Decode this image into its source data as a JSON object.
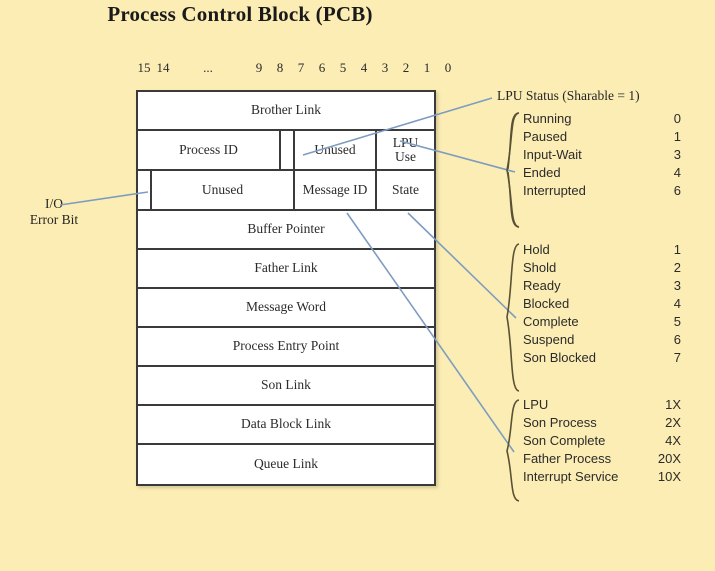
{
  "title": "Process Control Block (PCB)",
  "bit_ruler": {
    "labels": [
      "15",
      "14",
      "...",
      "9",
      "8",
      "7",
      "6",
      "5",
      "4",
      "3",
      "2",
      "1",
      "0"
    ]
  },
  "left_callout": {
    "line1": "I/O",
    "line2": "Error Bit"
  },
  "pcb_rows": [
    {
      "cells": [
        {
          "label": "Brother Link"
        }
      ]
    },
    {
      "cells": [
        {
          "label": "Process ID"
        },
        {
          "label": ""
        },
        {
          "label": "Unused"
        },
        {
          "label": "LPU Use"
        }
      ]
    },
    {
      "cells": [
        {
          "label": ""
        },
        {
          "label": "Unused"
        },
        {
          "label": "Message ID"
        },
        {
          "label": "State"
        }
      ]
    },
    {
      "cells": [
        {
          "label": "Buffer Pointer"
        }
      ]
    },
    {
      "cells": [
        {
          "label": "Father Link"
        }
      ]
    },
    {
      "cells": [
        {
          "label": "Message Word"
        }
      ]
    },
    {
      "cells": [
        {
          "label": "Process Entry Point"
        }
      ]
    },
    {
      "cells": [
        {
          "label": "Son Link"
        }
      ]
    },
    {
      "cells": [
        {
          "label": "Data Block Link"
        }
      ]
    },
    {
      "cells": [
        {
          "label": "Queue Link"
        }
      ]
    }
  ],
  "annotations": {
    "lpu_status_title": "LPU Status (Sharable = 1)",
    "lpu_status": [
      {
        "name": "Running",
        "value": "0"
      },
      {
        "name": "Paused",
        "value": "1"
      },
      {
        "name": "Input-Wait",
        "value": "3"
      },
      {
        "name": "Ended",
        "value": "4"
      },
      {
        "name": "Interrupted",
        "value": "6"
      }
    ],
    "state": [
      {
        "name": "Hold",
        "value": "1"
      },
      {
        "name": "Shold",
        "value": "2"
      },
      {
        "name": "Ready",
        "value": "3"
      },
      {
        "name": "Blocked",
        "value": "4"
      },
      {
        "name": "Complete",
        "value": "5"
      },
      {
        "name": "Suspend",
        "value": "6"
      },
      {
        "name": "Son Blocked",
        "value": "7"
      }
    ],
    "message_id": [
      {
        "name": "LPU",
        "value": "1X"
      },
      {
        "name": "Son Process",
        "value": "2X"
      },
      {
        "name": "Son Complete",
        "value": "4X"
      },
      {
        "name": "Father Process",
        "value": "20X"
      },
      {
        "name": "Interrupt Service",
        "value": "10X"
      }
    ]
  },
  "colors": {
    "background": "#fcedb4",
    "table_border": "#3a3a3a",
    "leader_line": "#7d9cc0",
    "text": "#2b2b2b"
  }
}
